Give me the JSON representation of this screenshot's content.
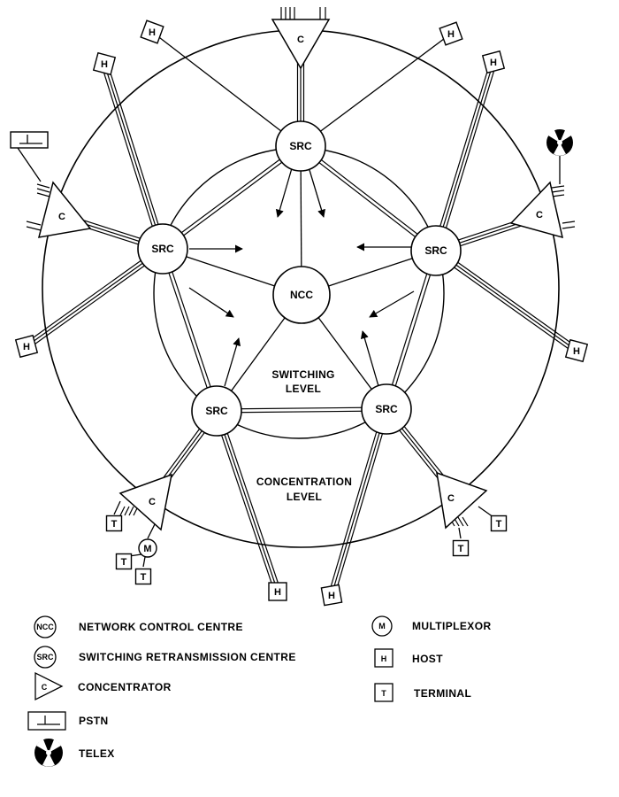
{
  "diagram": {
    "ncc": {
      "label": "NCC"
    },
    "src_label": "SRC",
    "concentrator_label": "C",
    "host_label": "H",
    "terminal_label": "T",
    "multiplexor_label": "M",
    "switching_level": [
      "SWITCHING",
      "LEVEL"
    ],
    "concentration_level": [
      "CONCENTRATION",
      "LEVEL"
    ]
  },
  "legend": {
    "ncc_symbol": "NCC",
    "ncc": "NETWORK CONTROL CENTRE",
    "src_symbol": "SRC",
    "src": "SWITCHING RETRANSMISSION CENTRE",
    "concentrator_symbol": "C",
    "concentrator": "CONCENTRATOR",
    "pstn": "PSTN",
    "telex": "TELEX",
    "multiplexor_symbol": "M",
    "multiplexor": "MULTIPLEXOR",
    "host_symbol": "H",
    "host": "HOST",
    "terminal_symbol": "T",
    "terminal": "TERMINAL"
  }
}
